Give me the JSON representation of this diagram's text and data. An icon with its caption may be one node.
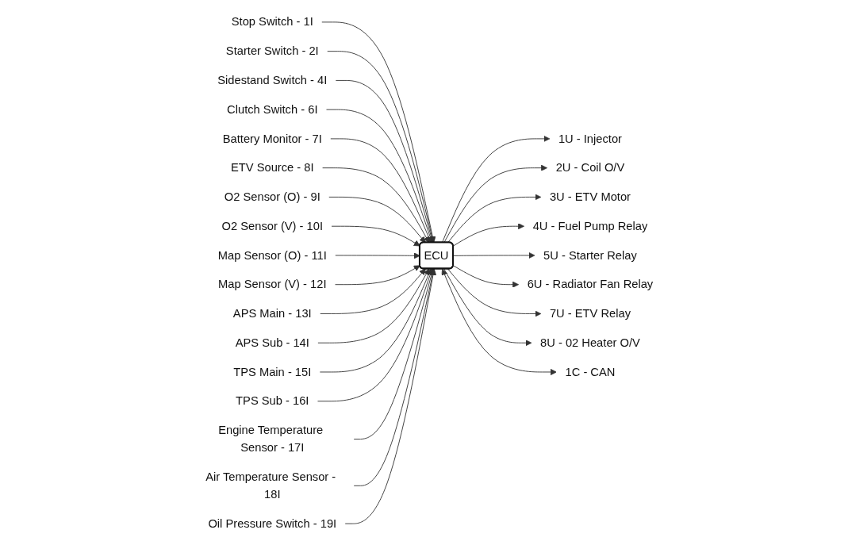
{
  "diagram": {
    "nodes": [
      {
        "text": [
          "ECU"
        ]
      },
      {
        "text": [
          "Stop Switch - 1I"
        ]
      },
      {
        "text": [
          "Starter Switch - 2I"
        ]
      },
      {
        "text": [
          "Sidestand Switch - 4I"
        ]
      },
      {
        "text": [
          "Clutch Switch - 6I"
        ]
      },
      {
        "text": [
          "Battery Monitor - 7I"
        ]
      },
      {
        "text": [
          "ETV Source - 8I"
        ]
      },
      {
        "text": [
          "O2 Sensor (O) - 9I"
        ]
      },
      {
        "text": [
          "O2 Sensor (V) - 10I"
        ]
      },
      {
        "text": [
          "Map Sensor (O) - 11I"
        ]
      },
      {
        "text": [
          "Map Sensor (V) - 12I"
        ]
      },
      {
        "text": [
          "APS Main - 13I"
        ]
      },
      {
        "text": [
          "APS Sub - 14I"
        ]
      },
      {
        "text": [
          "TPS Main - 15I"
        ]
      },
      {
        "text": [
          "TPS Sub - 16I"
        ]
      },
      {
        "text": [
          "Engine Temperature Sensor - 17I"
        ]
      },
      {
        "text": [
          "Air Temperature Sensor - 18I"
        ]
      },
      {
        "text": [
          "Oil Pressure Switch - 19I"
        ]
      },
      {
        "text": [
          "1U - Injector"
        ]
      },
      {
        "text": [
          "2U - Coil O/V"
        ]
      },
      {
        "text": [
          "3U - ETV Motor"
        ]
      },
      {
        "text": [
          "4U - Fuel Pump Relay"
        ]
      },
      {
        "text": [
          "5U - Starter Relay"
        ]
      },
      {
        "text": [
          "6U - Radiator Fan Relay"
        ]
      },
      {
        "text": [
          "7U - ETV Relay"
        ]
      },
      {
        "text": [
          "8U - 02 Heater O/V"
        ]
      },
      {
        "text": [
          "1C - CAN"
        ]
      }
    ],
    "edges": [
      {
        "from": 1,
        "to": 0,
        "arrow": "to"
      },
      {
        "from": 2,
        "to": 0,
        "arrow": "to"
      },
      {
        "from": 3,
        "to": 0,
        "arrow": "to"
      },
      {
        "from": 4,
        "to": 0,
        "arrow": "to"
      },
      {
        "from": 5,
        "to": 0,
        "arrow": "to"
      },
      {
        "from": 6,
        "to": 0,
        "arrow": "to"
      },
      {
        "from": 7,
        "to": 0,
        "arrow": "to"
      },
      {
        "from": 8,
        "to": 0,
        "arrow": "to"
      },
      {
        "from": 9,
        "to": 0,
        "arrow": "to"
      },
      {
        "from": 10,
        "to": 0,
        "arrow": "to"
      },
      {
        "from": 11,
        "to": 0,
        "arrow": "to"
      },
      {
        "from": 12,
        "to": 0,
        "arrow": "to"
      },
      {
        "from": 13,
        "to": 0,
        "arrow": "to"
      },
      {
        "from": 14,
        "to": 0,
        "arrow": "to"
      },
      {
        "from": 15,
        "to": 0,
        "arrow": "to"
      },
      {
        "from": 16,
        "to": 0,
        "arrow": "to"
      },
      {
        "from": 17,
        "to": 0,
        "arrow": "to"
      },
      {
        "from": 0,
        "to": 18,
        "arrow": "to"
      },
      {
        "from": 0,
        "to": 19,
        "arrow": "to"
      },
      {
        "from": 0,
        "to": 20,
        "arrow": "to"
      },
      {
        "from": 0,
        "to": 21,
        "arrow": "to"
      },
      {
        "from": 0,
        "to": 22,
        "arrow": "to"
      },
      {
        "from": 0,
        "to": 23,
        "arrow": "to"
      },
      {
        "from": 0,
        "to": 24,
        "arrow": "to"
      },
      {
        "from": 0,
        "to": 25,
        "arrow": "to"
      },
      {
        "from": 0,
        "to": 26,
        "arrow": "both"
      }
    ]
  }
}
